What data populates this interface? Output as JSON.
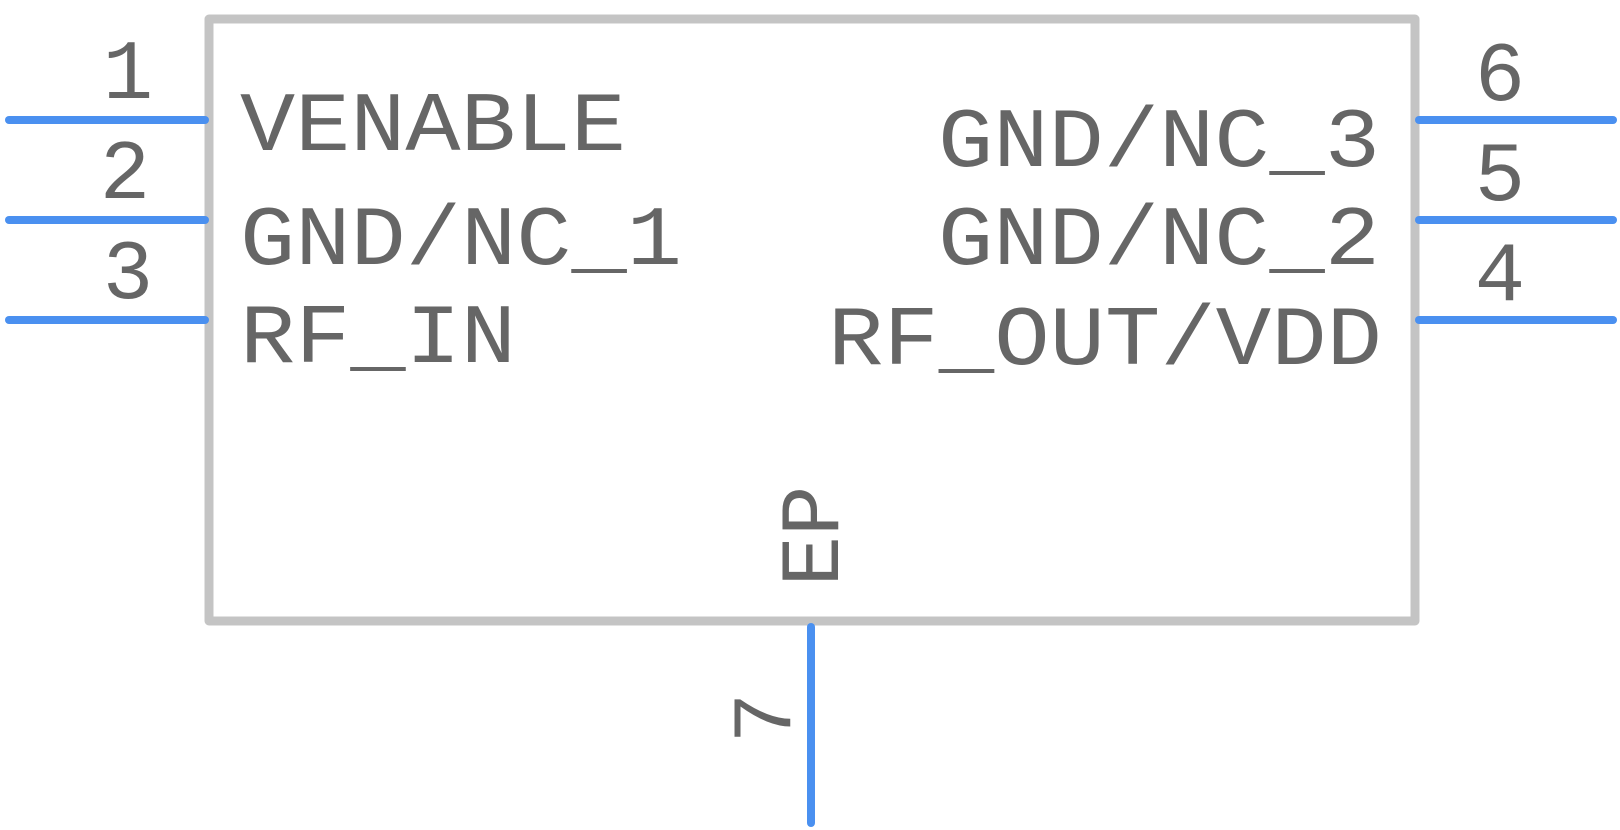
{
  "component": {
    "pins": [
      {
        "number": "1",
        "name": "VENABLE",
        "side": "left"
      },
      {
        "number": "2",
        "name": "GND/NC_1",
        "side": "left"
      },
      {
        "number": "3",
        "name": "RF_IN",
        "side": "left"
      },
      {
        "number": "4",
        "name": "RF_OUT/VDD",
        "side": "right"
      },
      {
        "number": "5",
        "name": "GND/NC_2",
        "side": "right"
      },
      {
        "number": "6",
        "name": "GND/NC_3",
        "side": "right"
      },
      {
        "number": "7",
        "name": "EP",
        "side": "bottom"
      }
    ]
  },
  "colors": {
    "pin": "#4a90f0",
    "body_outline": "#c4c4c4",
    "text": "#666666",
    "background": "#ffffff"
  }
}
